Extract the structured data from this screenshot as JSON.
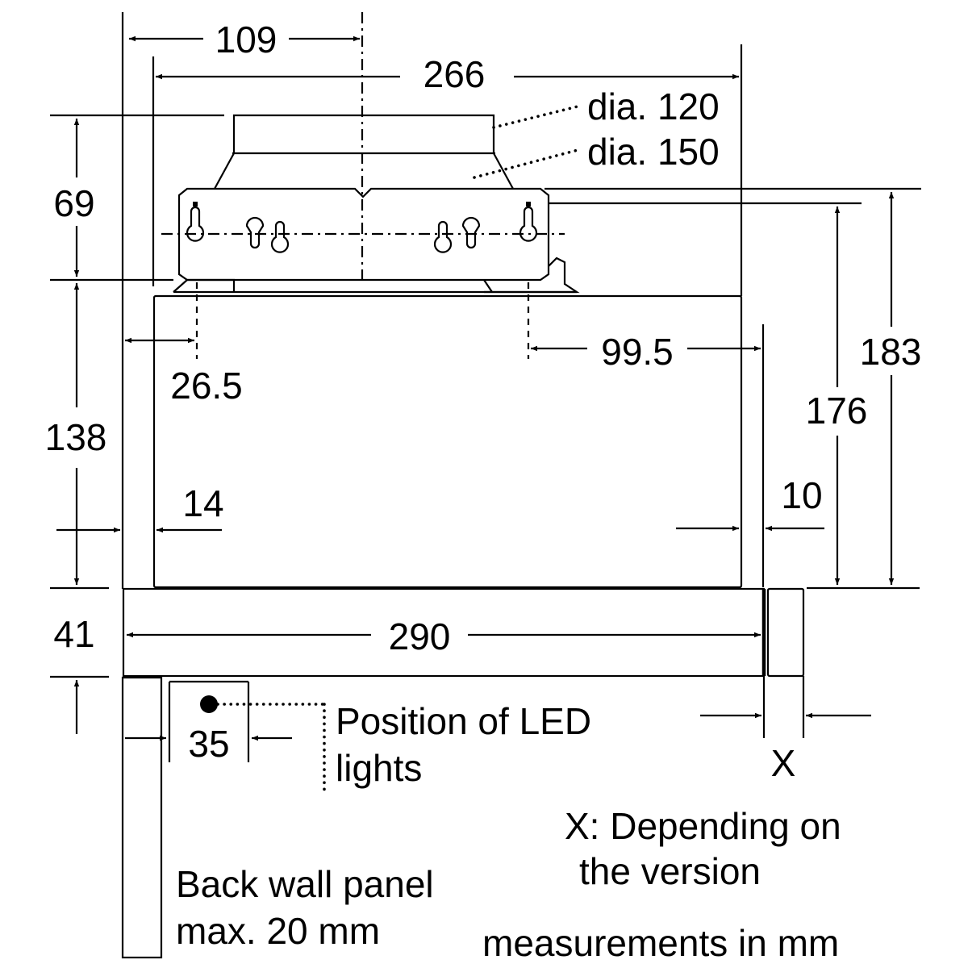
{
  "dimensions": {
    "d109": "109",
    "d266": "266",
    "d69": "69",
    "d138": "138",
    "d41": "41",
    "d26_5": "26.5",
    "d14": "14",
    "d99_5": "99.5",
    "d10": "10",
    "d176": "176",
    "d183": "183",
    "d290": "290",
    "d35": "35",
    "x_mark": "X"
  },
  "labels": {
    "dia_120": "dia. 120",
    "dia_150": "dia. 150",
    "led_line1": "Position of LED",
    "led_line2": "lights",
    "x_note_line1": "X: Depending on",
    "x_note_line2": "the version",
    "wall_line1": "Back wall panel",
    "wall_line2": "max. 20 mm",
    "units_note": "measurements in mm"
  }
}
